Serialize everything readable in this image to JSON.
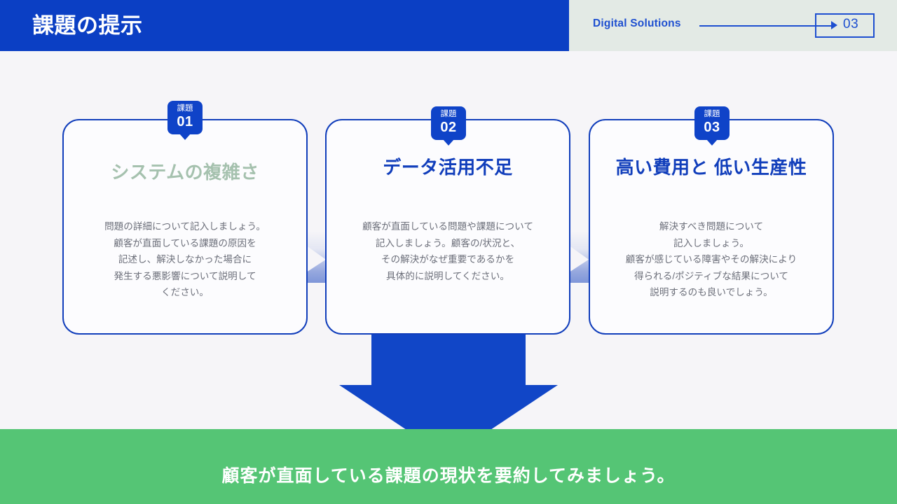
{
  "header": {
    "title": "課題の提示",
    "kicker": "Digital Solutions",
    "page_number": "03",
    "arrow_icon": "arrow-right-icon",
    "colors": {
      "block": "#0b3fc4",
      "right_bg": "#e3eae5",
      "accent": "#1e4fd0"
    }
  },
  "cards": [
    {
      "badge_label": "課題",
      "badge_number": "01",
      "title": "システムの複雑さ",
      "title_color": "#a5c1ae",
      "body": "問題の詳細について記入しましょう。\n顧客が直面している課題の原因を\n記述し、解決しなかった場合に\n発生する悪影響について説明して\nください。"
    },
    {
      "badge_label": "課題",
      "badge_number": "02",
      "title": "データ活用不足",
      "title_color": "#113ebb",
      "body": "顧客が直面している問題や課題について\n記入しましょう。顧客の/状況と、\nその解決がなぜ重要であるかを\n具体的に説明してください。"
    },
    {
      "badge_label": "課題",
      "badge_number": "03",
      "title": "高い費用と\n低い生産性",
      "title_color": "#113ebb",
      "body": "解決すべき問題について\n記入しましょう。\n顧客が感じている障害やその解決により\n得られる/ポジティブな結果について\n説明するのも良いでしょう。"
    }
  ],
  "flow": {
    "arrow_icon": "arrow-down-icon",
    "arrow_color": "#1146c7",
    "connector_icon": "arrow-right-icon"
  },
  "footer": {
    "text": "顧客が直面している課題の現状を要約してみましょう。",
    "background": "#55c575",
    "text_color": "#ffffff"
  }
}
